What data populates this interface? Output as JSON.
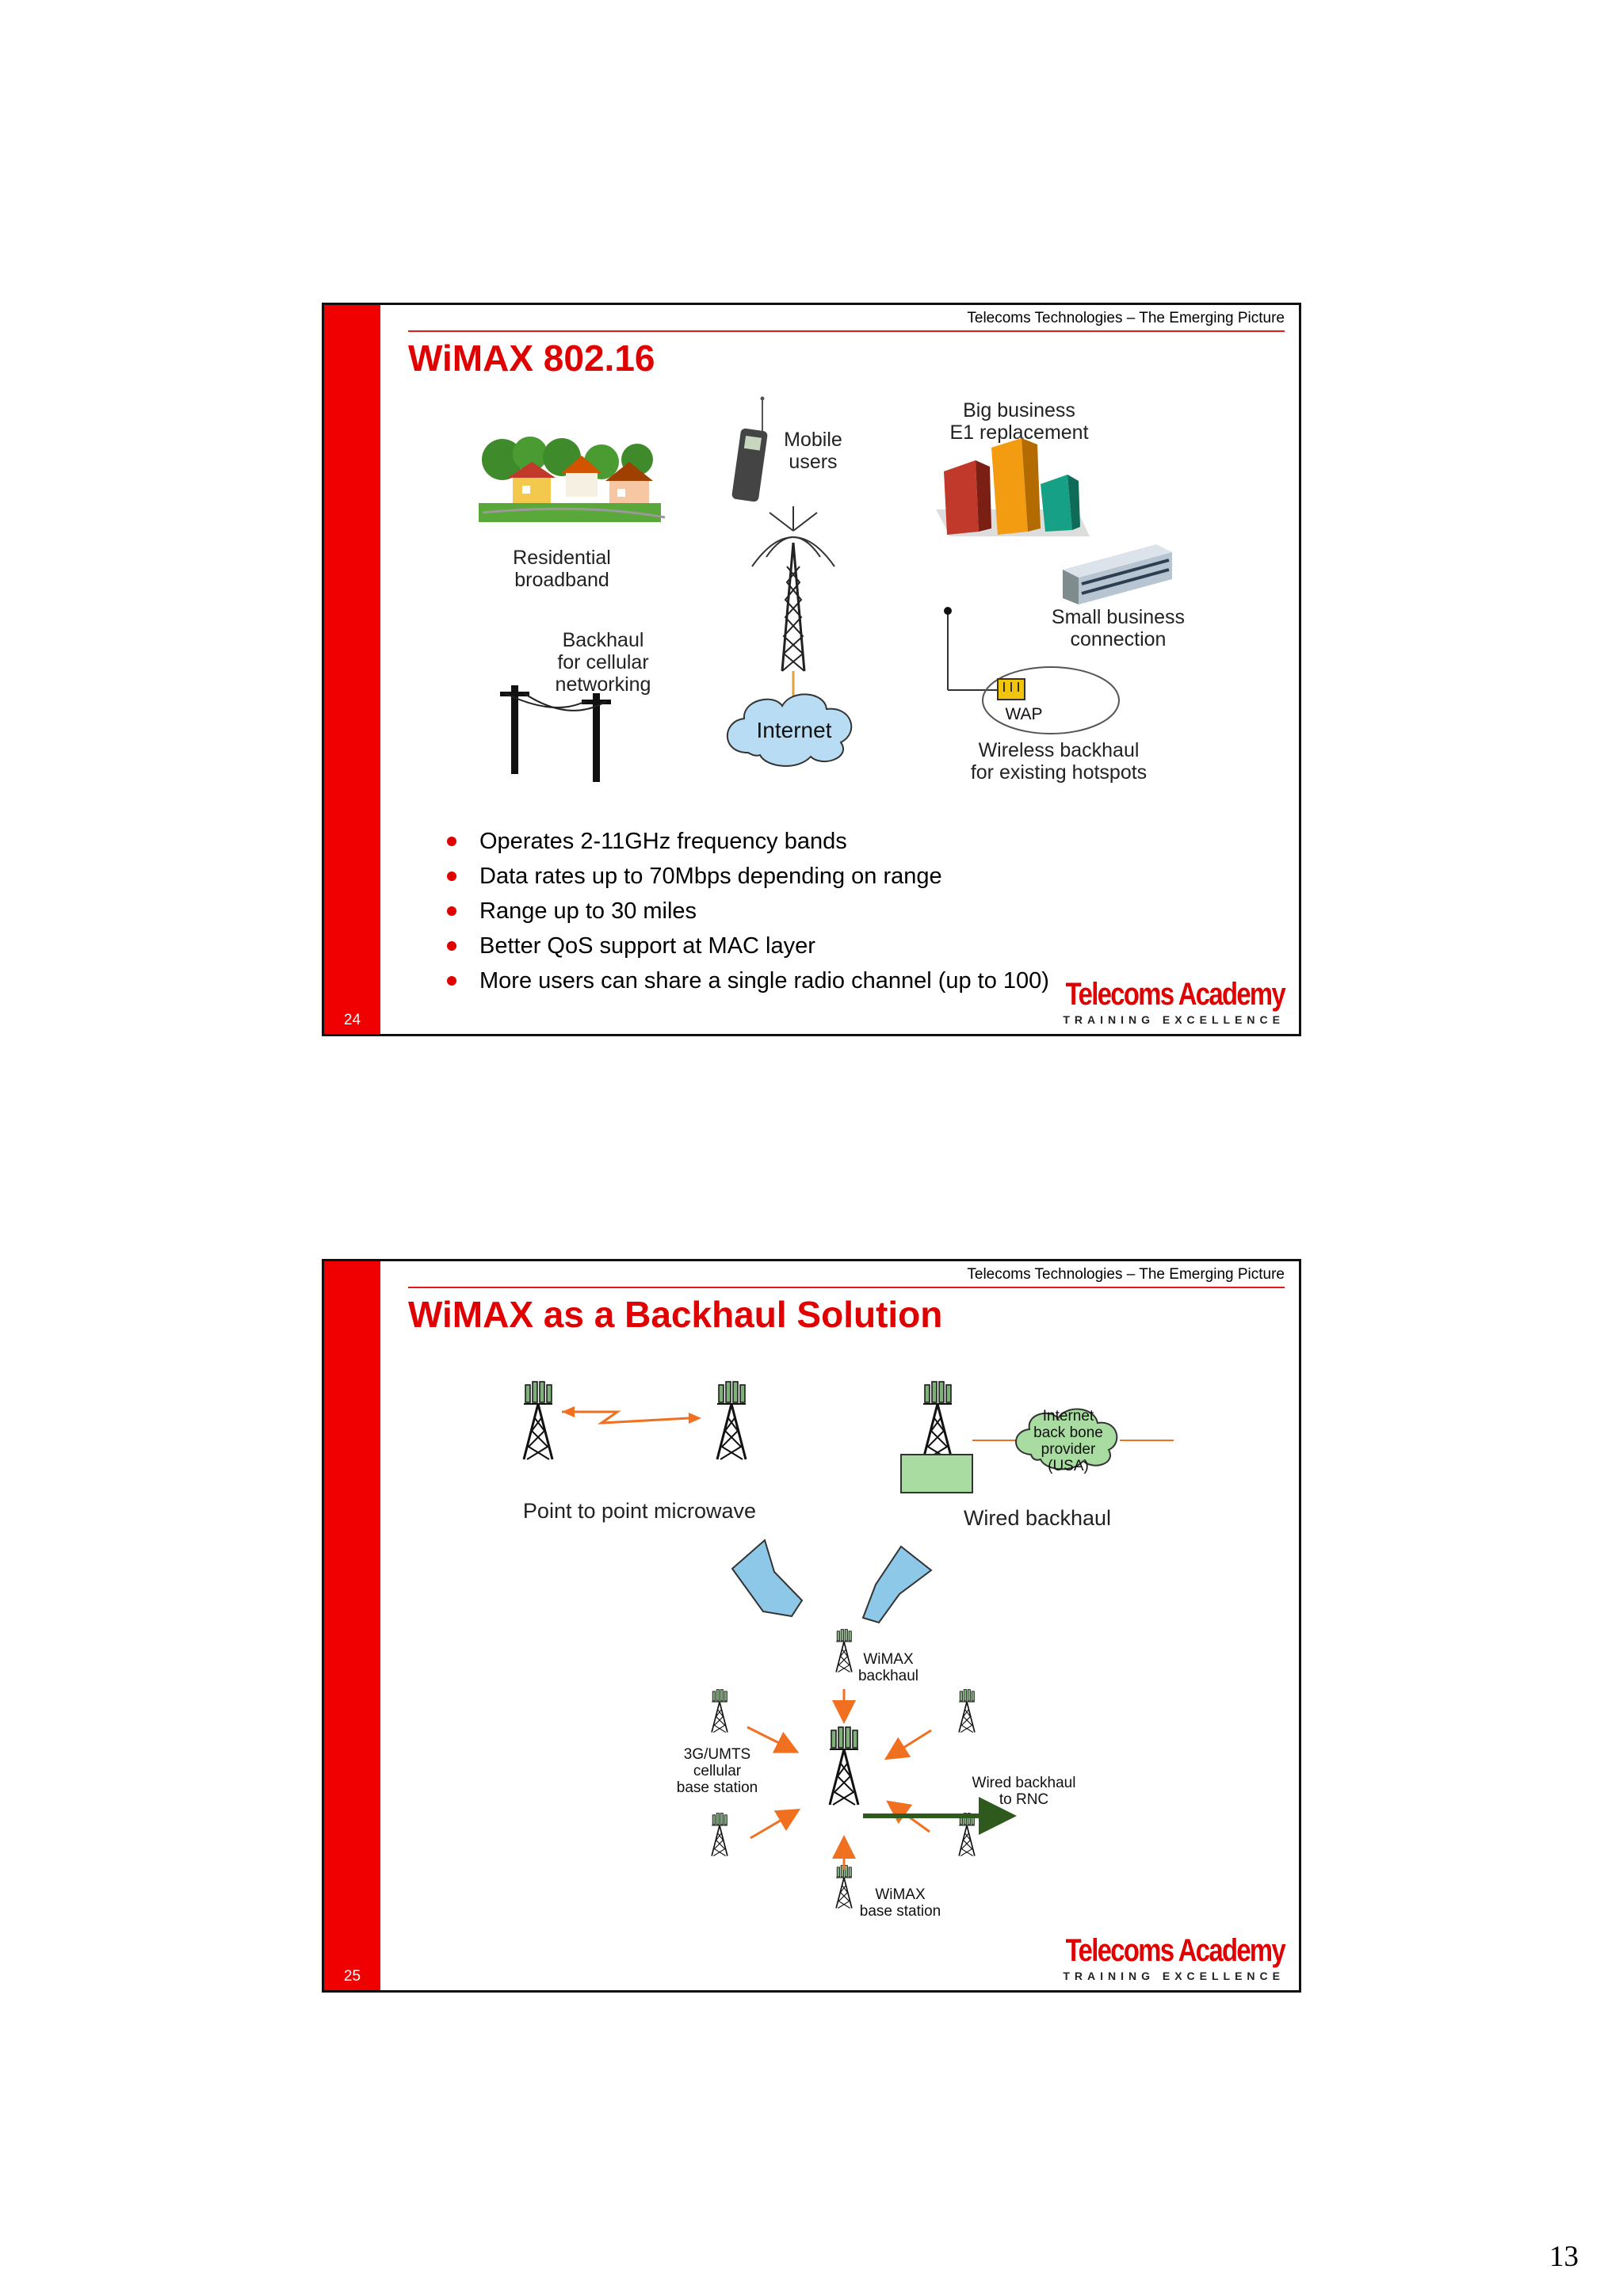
{
  "slides": [
    {
      "number": "24",
      "header": "Telecoms Technologies – The Emerging Picture",
      "title": "WiMAX 802.16",
      "diagram": {
        "residential": [
          "Residential",
          "broadband"
        ],
        "mobile": [
          "Mobile",
          "users"
        ],
        "big_business": [
          "Big business",
          "E1 replacement"
        ],
        "small_business": [
          "Small business",
          "connection"
        ],
        "cellular": [
          "Backhaul",
          "for cellular",
          "networking"
        ],
        "internet": "Internet",
        "wap": "WAP",
        "hotspots": [
          "Wireless backhaul",
          "for existing hotspots"
        ]
      },
      "bullets": [
        "Operates 2-11GHz frequency bands",
        "Data rates up to 70Mbps depending on range",
        "Range up to 30 miles",
        "Better QoS support at MAC layer",
        "More users can share a single radio channel (up to 100)"
      ],
      "logo": {
        "brand": "Telecoms Academy",
        "tagline": "TRAINING EXCELLENCE"
      }
    },
    {
      "number": "25",
      "header": "Telecoms Technologies – The Emerging Picture",
      "title": "WiMAX as a Backhaul Solution",
      "diagram": {
        "p2p": "Point to point microwave",
        "wired": "Wired backhaul",
        "internet_provider": [
          "Internet",
          "back bone",
          "provider",
          "(USA)"
        ],
        "wimax_backhaul": [
          "WiMAX",
          "backhaul"
        ],
        "umts": [
          "3G/UMTS",
          "cellular",
          "base station"
        ],
        "rnc": [
          "Wired backhaul",
          "to RNC"
        ],
        "wimax_base": [
          "WiMAX",
          "base station"
        ]
      },
      "logo": {
        "brand": "Telecoms Academy",
        "tagline": "TRAINING EXCELLENCE"
      }
    }
  ],
  "colors": {
    "red": "#e00000",
    "orange": "#f07020",
    "cloud_blue": "#b8dcf4",
    "cloud_green": "#a8dca0",
    "arrow_blue": "#8ec8e8",
    "dark_green": "#2e5a1e"
  },
  "page_number": "13"
}
